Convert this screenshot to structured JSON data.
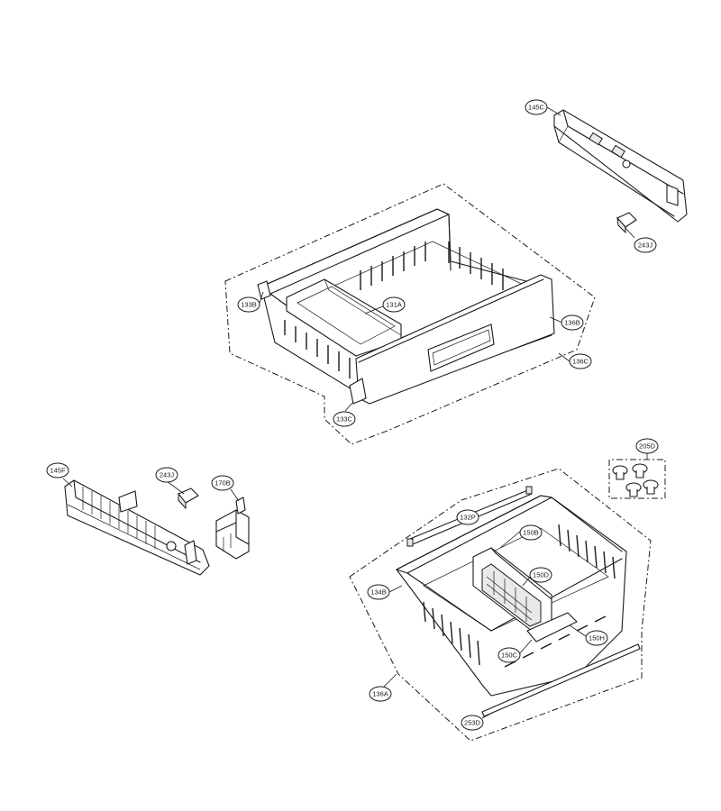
{
  "parts": [
    {
      "id": "p145C",
      "code": "145C"
    },
    {
      "id": "p243J_top",
      "code": "243J"
    },
    {
      "id": "p133B",
      "code": "133B"
    },
    {
      "id": "p131A",
      "code": "131A"
    },
    {
      "id": "p136B",
      "code": "136B"
    },
    {
      "id": "p136C",
      "code": "136C"
    },
    {
      "id": "p133C",
      "code": "133C"
    },
    {
      "id": "p145F",
      "code": "145F"
    },
    {
      "id": "p243J_left",
      "code": "243J"
    },
    {
      "id": "p170B",
      "code": "170B"
    },
    {
      "id": "p205D",
      "code": "205D"
    },
    {
      "id": "p132P",
      "code": "132P"
    },
    {
      "id": "p150B",
      "code": "150B"
    },
    {
      "id": "p150D",
      "code": "150D"
    },
    {
      "id": "p134B",
      "code": "134B"
    },
    {
      "id": "p150C",
      "code": "150C"
    },
    {
      "id": "p150H",
      "code": "150H"
    },
    {
      "id": "p136A",
      "code": "136A"
    },
    {
      "id": "p253D",
      "code": "253D"
    }
  ]
}
